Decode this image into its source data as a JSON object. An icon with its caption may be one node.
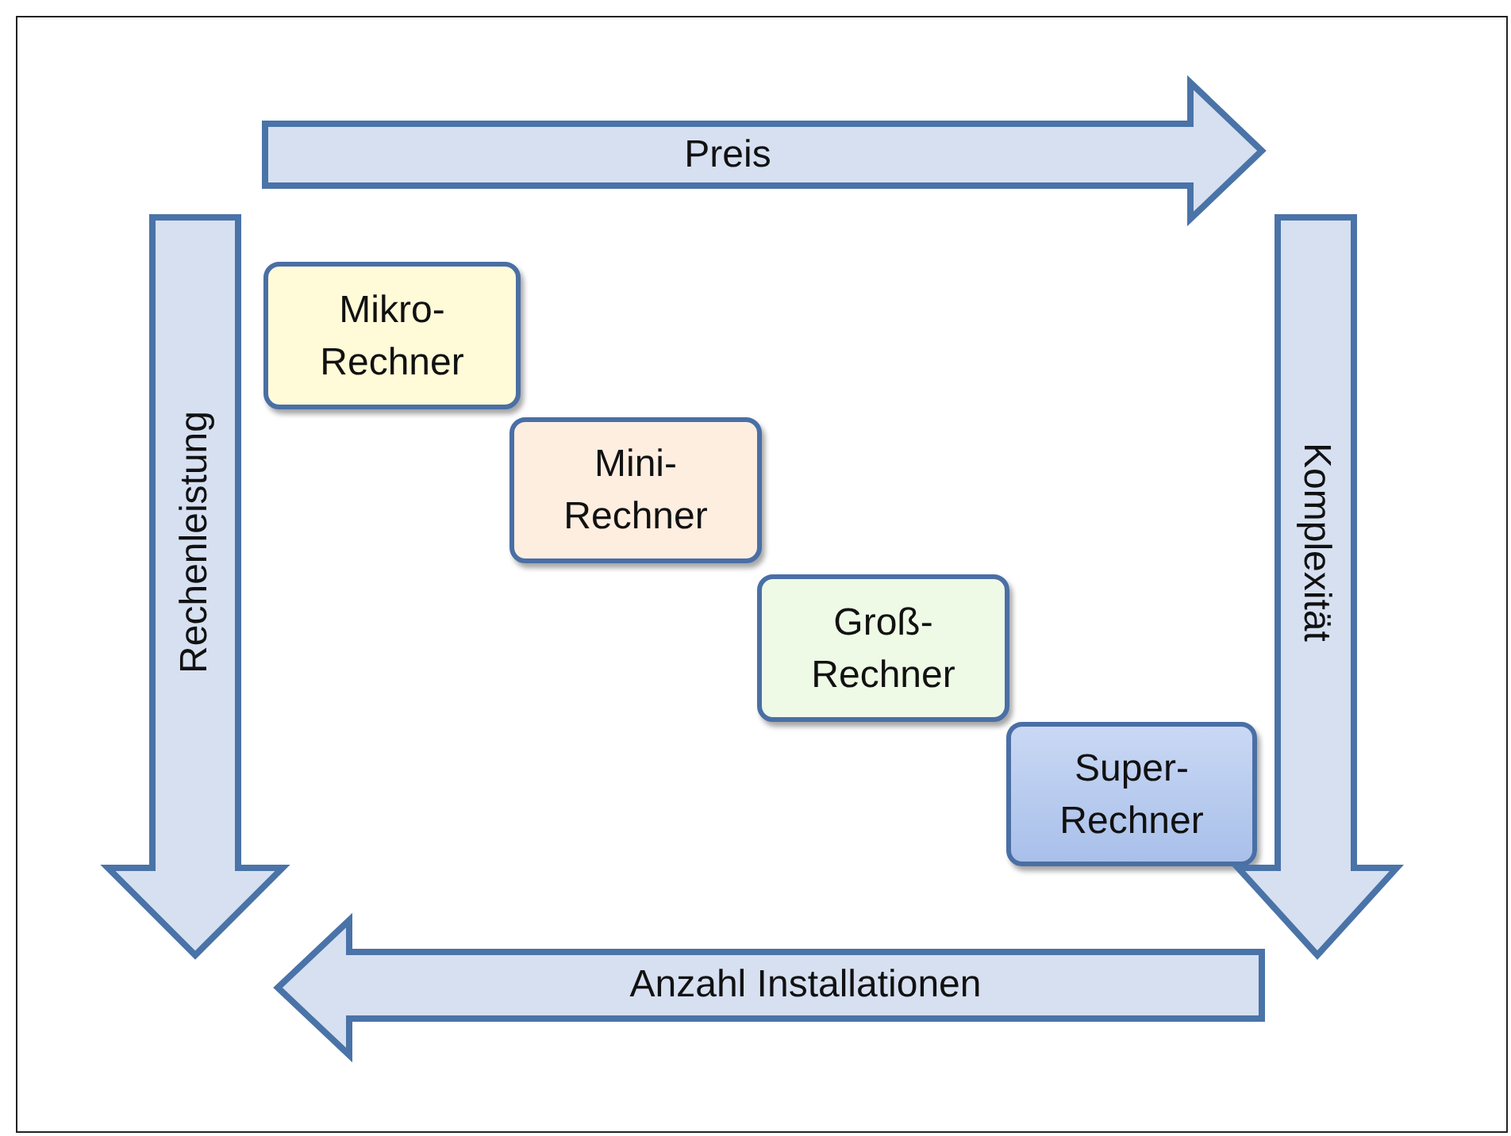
{
  "diagram": {
    "nodes": [
      {
        "text": [
          "Preis"
        ]
      },
      {
        "text": [
          "Rechenleistung"
        ]
      },
      {
        "text": [
          "Mikro- Rechner"
        ]
      },
      {
        "text": [
          "Mini- Rechner"
        ]
      },
      {
        "text": [
          "Groß- Rechner"
        ]
      },
      {
        "text": [
          "Super- Rechner"
        ]
      },
      {
        "text": [
          "Komplexität"
        ]
      },
      {
        "text": [
          "Anzahl Installationen"
        ]
      }
    ]
  }
}
